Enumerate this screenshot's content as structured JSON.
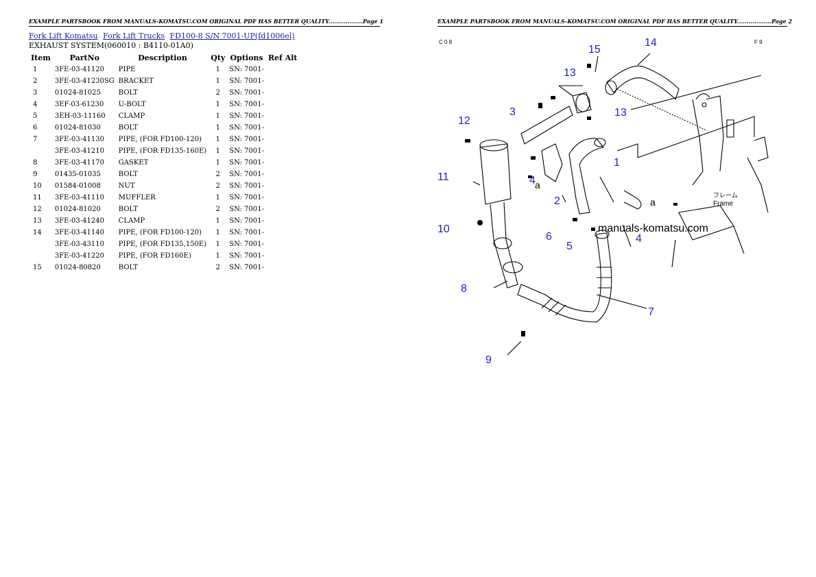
{
  "page1": {
    "header": "EXAMPLE PARTSBOOK FROM MANUALS-KOMATSU.COM ORIGINAL PDF HAS BETTER QUALITY..................Page 1",
    "breadcrumb": [
      "Fork Lift Komatsu",
      "Fork Lift Trucks",
      "FD100-8 S/N 7001-UP(fd1006el)"
    ],
    "section_title": "EXHAUST SYSTEM(060010 : B4110-01A0)",
    "columns": [
      "Item",
      "PartNo",
      "Description",
      "Qty",
      "Options",
      "Ref Alt"
    ],
    "rows": [
      {
        "item": "1",
        "part": "3FE-03-41120",
        "desc": "PIPE",
        "qty": "1",
        "opt": "SN: 7001-"
      },
      {
        "item": "2",
        "part": "3FE-03-41230SG",
        "desc": "BRACKET",
        "qty": "1",
        "opt": "SN: 7001-"
      },
      {
        "item": "3",
        "part": "01024-81025",
        "desc": "BOLT",
        "qty": "2",
        "opt": "SN: 7001-"
      },
      {
        "item": "4",
        "part": "3EF-03-61230",
        "desc": "U-BOLT",
        "qty": "1",
        "opt": "SN: 7001-"
      },
      {
        "item": "5",
        "part": "3EH-03-11160",
        "desc": "CLAMP",
        "qty": "1",
        "opt": "SN: 7001-"
      },
      {
        "item": "6",
        "part": "01024-81030",
        "desc": "BOLT",
        "qty": "1",
        "opt": "SN: 7001-"
      },
      {
        "item": "7",
        "part": "3FE-03-41130",
        "desc": "PIPE, (FOR FD100-120)",
        "qty": "1",
        "opt": "SN: 7001-"
      },
      {
        "item": "",
        "part": "3FE-03-41210",
        "desc": "PIPE, (FOR FD135-160E)",
        "qty": "1",
        "opt": "SN: 7001-"
      },
      {
        "item": "8",
        "part": "3FE-03-41170",
        "desc": "GASKET",
        "qty": "1",
        "opt": "SN: 7001-"
      },
      {
        "item": "9",
        "part": "01435-01035",
        "desc": "BOLT",
        "qty": "2",
        "opt": "SN: 7001-"
      },
      {
        "item": "10",
        "part": "01584-01008",
        "desc": "NUT",
        "qty": "2",
        "opt": "SN: 7001-"
      },
      {
        "item": "11",
        "part": "3FE-03-41110",
        "desc": "MUFFLER",
        "qty": "1",
        "opt": "SN: 7001-"
      },
      {
        "item": "12",
        "part": "01024-81020",
        "desc": "BOLT",
        "qty": "2",
        "opt": "SN: 7001-"
      },
      {
        "item": "13",
        "part": "3FE-03-41240",
        "desc": "CLAMP",
        "qty": "1",
        "opt": "SN: 7001-"
      },
      {
        "item": "14",
        "part": "3FE-03-41140",
        "desc": "PIPE, (FOR FD100-120)",
        "qty": "1",
        "opt": "SN: 7001-"
      },
      {
        "item": "",
        "part": "3FE-03-43110",
        "desc": "PIPE, (FOR FD135,150E)",
        "qty": "1",
        "opt": "SN: 7001-"
      },
      {
        "item": "",
        "part": "3FE-03-41220",
        "desc": "PIPE, (FOR FD160E)",
        "qty": "1",
        "opt": "SN: 7001-"
      },
      {
        "item": "15",
        "part": "01024-80820",
        "desc": "BOLT",
        "qty": "2",
        "opt": "SN: 7001-"
      }
    ]
  },
  "page2": {
    "header": "EXAMPLE PARTSBOOK FROM MANUALS-KOMATSU.COM ORIGINAL PDF HAS BETTER QUALITY..................Page 2",
    "corner_left": "C 0 8",
    "corner_right": "F 9",
    "watermark": "manuals-komatsu.com",
    "frame_label": "Frame",
    "frame_jp": "フレーム",
    "marker_a": "a",
    "callout_color": "#1c1cc4",
    "callouts": {
      "c1": "1",
      "c2": "2",
      "c3": "3",
      "c4a": "4",
      "c4b": "4",
      "c5": "5",
      "c6": "6",
      "c7": "7",
      "c8": "8",
      "c9": "9",
      "c10": "10",
      "c11": "11",
      "c12": "12",
      "c13a": "13",
      "c13b": "13",
      "c14": "14",
      "c15": "15"
    }
  }
}
